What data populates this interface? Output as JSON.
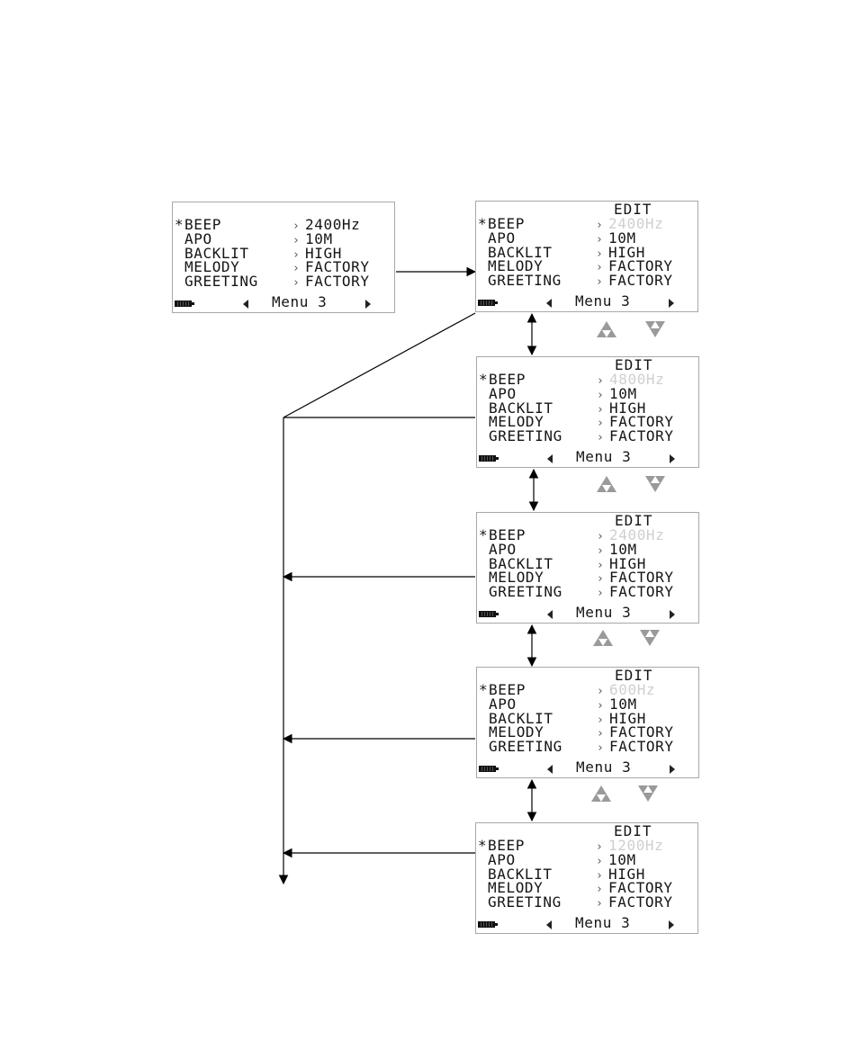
{
  "screens": [
    {
      "edit": "",
      "rows": [
        {
          "mark": "*",
          "name": "BEEP",
          "value": "2400Hz",
          "highlight": false
        },
        {
          "mark": "",
          "name": "APO",
          "value": "10M",
          "highlight": false
        },
        {
          "mark": "",
          "name": "BACKLIT",
          "value": "HIGH",
          "highlight": false
        },
        {
          "mark": "",
          "name": "MELODY",
          "value": "FACTORY",
          "highlight": false
        },
        {
          "mark": "",
          "name": "GREETING",
          "value": "FACTORY",
          "highlight": false
        }
      ],
      "menu": "Menu 3"
    },
    {
      "edit": "EDIT",
      "rows": [
        {
          "mark": "*",
          "name": "BEEP",
          "value": "2400Hz",
          "highlight": true
        },
        {
          "mark": "",
          "name": "APO",
          "value": "10M",
          "highlight": false
        },
        {
          "mark": "",
          "name": "BACKLIT",
          "value": "HIGH",
          "highlight": false
        },
        {
          "mark": "",
          "name": "MELODY",
          "value": "FACTORY",
          "highlight": false
        },
        {
          "mark": "",
          "name": "GREETING",
          "value": "FACTORY",
          "highlight": false
        }
      ],
      "menu": "Menu 3"
    },
    {
      "edit": "EDIT",
      "rows": [
        {
          "mark": "*",
          "name": "BEEP",
          "value": "4800Hz",
          "highlight": true
        },
        {
          "mark": "",
          "name": "APO",
          "value": "10M",
          "highlight": false
        },
        {
          "mark": "",
          "name": "BACKLIT",
          "value": "HIGH",
          "highlight": false
        },
        {
          "mark": "",
          "name": "MELODY",
          "value": "FACTORY",
          "highlight": false
        },
        {
          "mark": "",
          "name": "GREETING",
          "value": "FACTORY",
          "highlight": false
        }
      ],
      "menu": "Menu 3"
    },
    {
      "edit": "EDIT",
      "rows": [
        {
          "mark": "*",
          "name": "BEEP",
          "value": "2400Hz",
          "highlight": true
        },
        {
          "mark": "",
          "name": "APO",
          "value": "10M",
          "highlight": false
        },
        {
          "mark": "",
          "name": "BACKLIT",
          "value": "HIGH",
          "highlight": false
        },
        {
          "mark": "",
          "name": "MELODY",
          "value": "FACTORY",
          "highlight": false
        },
        {
          "mark": "",
          "name": "GREETING",
          "value": "FACTORY",
          "highlight": false
        }
      ],
      "menu": "Menu 3"
    },
    {
      "edit": "EDIT",
      "rows": [
        {
          "mark": "*",
          "name": "BEEP",
          "value": "600Hz",
          "highlight": true
        },
        {
          "mark": "",
          "name": "APO",
          "value": "10M",
          "highlight": false
        },
        {
          "mark": "",
          "name": "BACKLIT",
          "value": "HIGH",
          "highlight": false
        },
        {
          "mark": "",
          "name": "MELODY",
          "value": "FACTORY",
          "highlight": false
        },
        {
          "mark": "",
          "name": "GREETING",
          "value": "FACTORY",
          "highlight": false
        }
      ],
      "menu": "Menu 3"
    },
    {
      "edit": "EDIT",
      "rows": [
        {
          "mark": "*",
          "name": "BEEP",
          "value": "1200Hz",
          "highlight": true
        },
        {
          "mark": "",
          "name": "APO",
          "value": "10M",
          "highlight": false
        },
        {
          "mark": "",
          "name": "BACKLIT",
          "value": "HIGH",
          "highlight": false
        },
        {
          "mark": "",
          "name": "MELODY",
          "value": "FACTORY",
          "highlight": false
        },
        {
          "mark": "",
          "name": "GREETING",
          "value": "FACTORY",
          "highlight": false
        }
      ],
      "menu": "Menu 3"
    }
  ],
  "icons": {
    "battery": "battery-icon",
    "left": "triangle-left-icon",
    "right": "triangle-right-icon",
    "up_key": "up-arrow-key-icon",
    "down_key": "down-arrow-key-icon"
  },
  "colors": {
    "text": "#151515",
    "highlight_value": "#cfcfcf",
    "key_arrow": "#9a9a9a",
    "frame": "#a8a8a8",
    "line": "#000000"
  }
}
